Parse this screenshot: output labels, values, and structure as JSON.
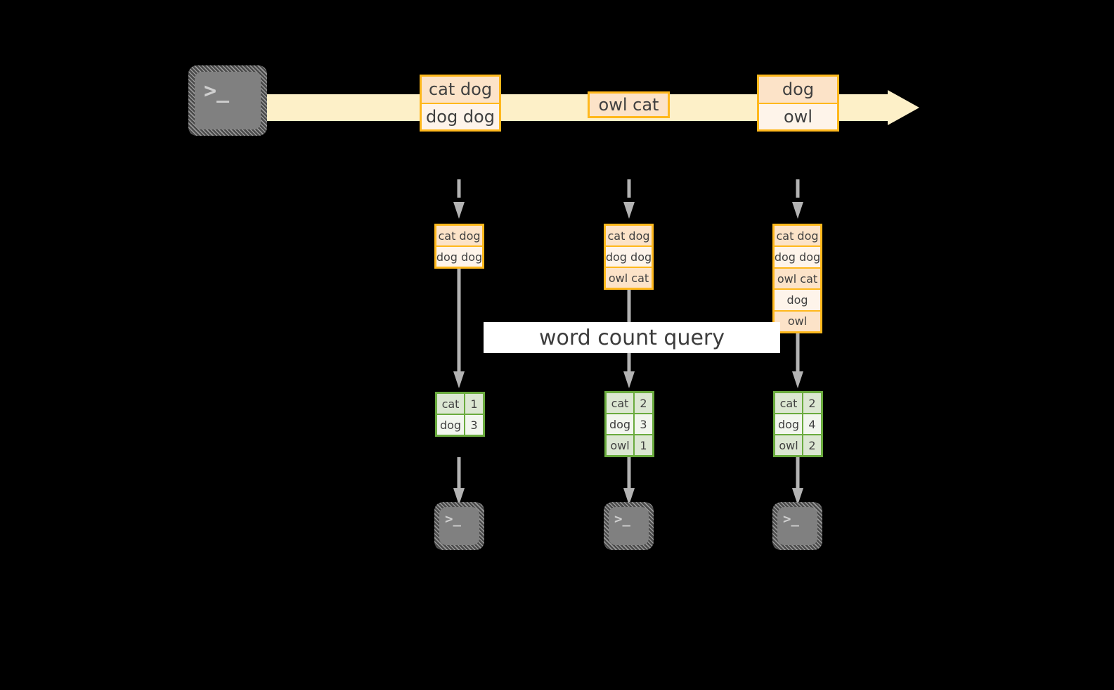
{
  "diagram": {
    "title_label": "word count query",
    "colors": {
      "background": "#000000",
      "stream_fill": "#FDF0C8",
      "event_border": "#FFB81C",
      "event_fill_dark": "#FCE3C8",
      "event_fill_light": "#FEF4EA",
      "result_border": "#6AAB3E",
      "result_fill_dark": "#DCE7D2",
      "result_fill_light": "#F2F6EE",
      "arrow_gray": "#B3B3B3",
      "terminal_face": "#808080",
      "label_bg": "#FFFFFF",
      "text": "#404040"
    },
    "source": {
      "icon": "terminal-icon",
      "glyph": ">_"
    },
    "stream": {
      "name": "event-stream-arrow",
      "events": [
        {
          "id": "event-1",
          "lines": [
            {
              "text": "cat dog",
              "shade": "shade-a"
            },
            {
              "text": "dog dog",
              "shade": "shade-b"
            }
          ]
        },
        {
          "id": "event-2",
          "lines": [
            {
              "text": "owl cat",
              "shade": "shade-a"
            }
          ]
        },
        {
          "id": "event-3",
          "lines": [
            {
              "text": "dog",
              "shade": "shade-a"
            },
            {
              "text": "owl",
              "shade": "shade-b"
            }
          ]
        }
      ]
    },
    "snapshots": [
      {
        "id": "snapshot-1",
        "rows": [
          {
            "text": "cat dog",
            "shade": "shade-a"
          },
          {
            "text": "dog dog",
            "shade": "shade-b"
          }
        ]
      },
      {
        "id": "snapshot-2",
        "rows": [
          {
            "text": "cat dog",
            "shade": "shade-a"
          },
          {
            "text": "dog dog",
            "shade": "shade-b"
          },
          {
            "text": "owl cat",
            "shade": "shade-a"
          }
        ]
      },
      {
        "id": "snapshot-3",
        "rows": [
          {
            "text": "cat dog",
            "shade": "shade-a"
          },
          {
            "text": "dog dog",
            "shade": "shade-b"
          },
          {
            "text": "owl cat",
            "shade": "shade-a"
          },
          {
            "text": "dog",
            "shade": "shade-b"
          },
          {
            "text": "owl",
            "shade": "shade-a"
          }
        ]
      }
    ],
    "results": [
      {
        "id": "result-1",
        "rows": [
          {
            "word": "cat",
            "count": "1",
            "shade": "shade-a"
          },
          {
            "word": "dog",
            "count": "3",
            "shade": "shade-b"
          }
        ]
      },
      {
        "id": "result-2",
        "rows": [
          {
            "word": "cat",
            "count": "2",
            "shade": "shade-a"
          },
          {
            "word": "dog",
            "count": "3",
            "shade": "shade-b"
          },
          {
            "word": "owl",
            "count": "1",
            "shade": "shade-a"
          }
        ]
      },
      {
        "id": "result-3",
        "rows": [
          {
            "word": "cat",
            "count": "2",
            "shade": "shade-a"
          },
          {
            "word": "dog",
            "count": "4",
            "shade": "shade-b"
          },
          {
            "word": "owl",
            "count": "2",
            "shade": "shade-a"
          }
        ]
      }
    ],
    "sinks": [
      {
        "id": "sink-1",
        "icon": "terminal-icon",
        "glyph": ">_"
      },
      {
        "id": "sink-2",
        "icon": "terminal-icon",
        "glyph": ">_"
      },
      {
        "id": "sink-3",
        "icon": "terminal-icon",
        "glyph": ">_"
      }
    ]
  }
}
